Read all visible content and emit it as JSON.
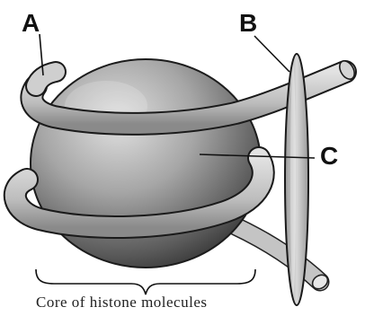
{
  "labels": {
    "a": "A",
    "b": "B",
    "c": "C"
  },
  "caption": "Core of histone molecules",
  "colors": {
    "ink": "#111111",
    "core_light": "#d9d9d9",
    "core_dark": "#3a3a3a",
    "dna_fill": "#c8c8c8",
    "background": "#ffffff"
  }
}
